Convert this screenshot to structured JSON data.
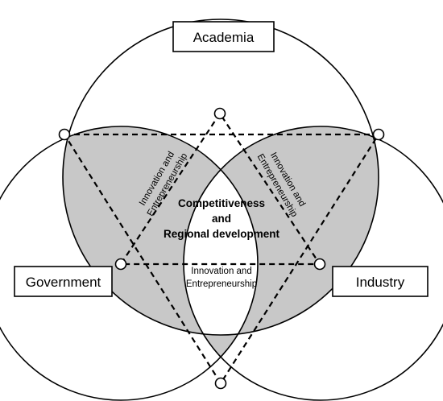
{
  "sectors": {
    "top": "Academia",
    "left": "Government",
    "right": "Industry"
  },
  "center": {
    "line1": "Competitiveness",
    "line2": "and",
    "line3": "Regional development"
  },
  "overlaps": {
    "left_line1": "Innovation and",
    "left_line2": "Entrepreneurship",
    "right_line1": "Innovation and",
    "right_line2": "Entrepreneurship",
    "bottom_line1": "Innovation and",
    "bottom_line2": "Entrepreneurship"
  }
}
